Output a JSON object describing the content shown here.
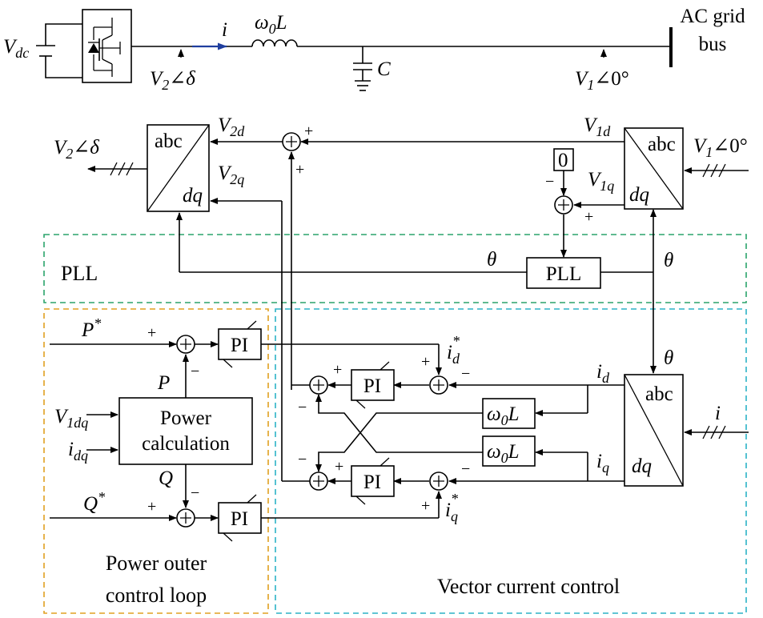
{
  "colors": {
    "line": "#000000",
    "current_arrow": "#1f3e9e",
    "pll_region": "#2aa36b",
    "power_loop_region": "#e0a020",
    "vector_control_region": "#2bb2c6"
  },
  "circuit": {
    "vdc_main": "V",
    "vdc_sub": "dc",
    "current": "i",
    "inductor_omega": "ω",
    "inductor_sub": "0",
    "inductor_L": "L",
    "capacitor": "C",
    "v2_main": "V",
    "v2_sub": "2",
    "v2_angle": "∠δ",
    "v1_main": "V",
    "v1_sub": "1",
    "v1_angle": "∠0°",
    "grid_line1": "AC grid",
    "grid_line2": "bus",
    "icons": [
      "dc-source-icon",
      "igbt-converter-icon",
      "inductor-icon",
      "capacitor-icon",
      "ground-icon",
      "grid-bus-icon"
    ]
  },
  "transforms": {
    "abc": "abc",
    "dq": "dq"
  },
  "signals": {
    "V": "V",
    "d": "d",
    "q": "q",
    "s1d": "1d",
    "s1q": "1q",
    "s2d": "2d",
    "s2q": "2q",
    "theta": "θ",
    "angle_delta": "∠δ",
    "angle_zero": "∠0°",
    "zero_const": "0",
    "plus": "+",
    "minus": "−",
    "i": "i",
    "star": "*",
    "P_ref": "P",
    "Q_ref": "Q",
    "P": "P",
    "Q": "Q",
    "i_dq_main": "i",
    "i_dq_sub": "dq",
    "v1dq_main": "V",
    "v1dq_sub": "1dq",
    "omega": "ω",
    "zero_sub": "0",
    "L": "L"
  },
  "blocks": {
    "pll": "PLL",
    "pi": "PI",
    "power_calc_line1": "Power",
    "power_calc_line2": "calculation"
  },
  "regions": {
    "pll_title": "PLL",
    "power_loop_line1": "Power outer",
    "power_loop_line2": "control loop",
    "vector_control": "Vector current control"
  }
}
